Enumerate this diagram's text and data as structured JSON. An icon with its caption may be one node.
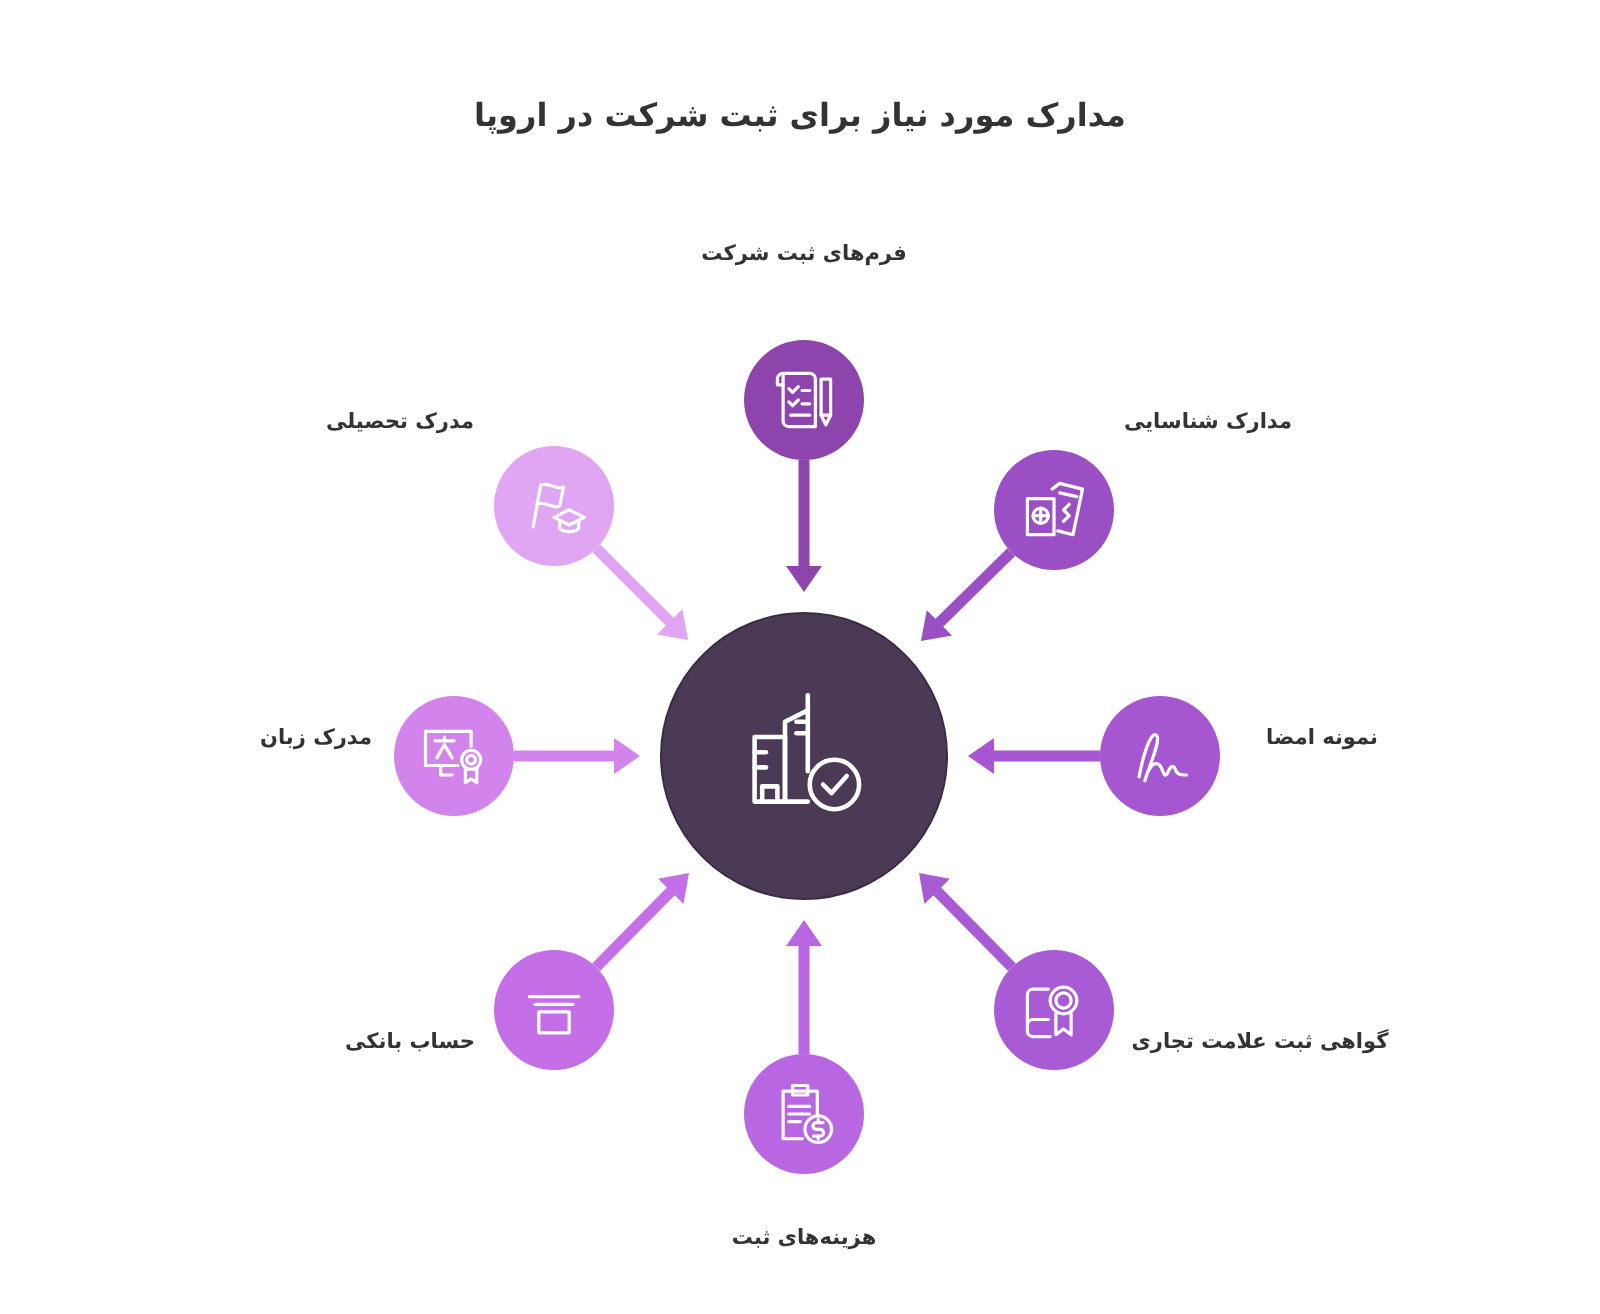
{
  "diagram": {
    "title": "مدارک مورد نیاز برای ثبت شرکت در اروپا",
    "nodes": [
      {
        "text": [],
        "shape": "circle"
      },
      {
        "text": [
          "فرم‌های ثبت شرکت"
        ]
      },
      {
        "text": [
          "مدارک شناسایی"
        ]
      },
      {
        "text": [
          "نمونه امضا"
        ]
      },
      {
        "text": [
          "گواهی ثبت علامت تجاری"
        ]
      },
      {
        "text": [
          "هزینه‌های ثبت"
        ]
      },
      {
        "text": [
          "حساب بانکی"
        ]
      },
      {
        "text": [
          "مدرک زبان"
        ]
      },
      {
        "text": [
          "مدرک تحصیلی"
        ]
      }
    ],
    "edges": [
      {
        "from": 1,
        "to": 0,
        "arrow": "to",
        "color": "#8e44ad"
      },
      {
        "from": 2,
        "to": 0,
        "arrow": "to",
        "color": "#9b4fc4"
      },
      {
        "from": 3,
        "to": 0,
        "arrow": "to",
        "color": "#a556d0"
      },
      {
        "from": 4,
        "to": 0,
        "arrow": "to",
        "color": "#a95bd6"
      },
      {
        "from": 5,
        "to": 0,
        "arrow": "to",
        "color": "#b866e2"
      },
      {
        "from": 6,
        "to": 0,
        "arrow": "to",
        "color": "#c46ee8"
      },
      {
        "from": 7,
        "to": 0,
        "arrow": "to",
        "color": "#d283ec"
      },
      {
        "from": 8,
        "to": 0,
        "arrow": "to",
        "color": "#e0a6f3"
      }
    ]
  }
}
